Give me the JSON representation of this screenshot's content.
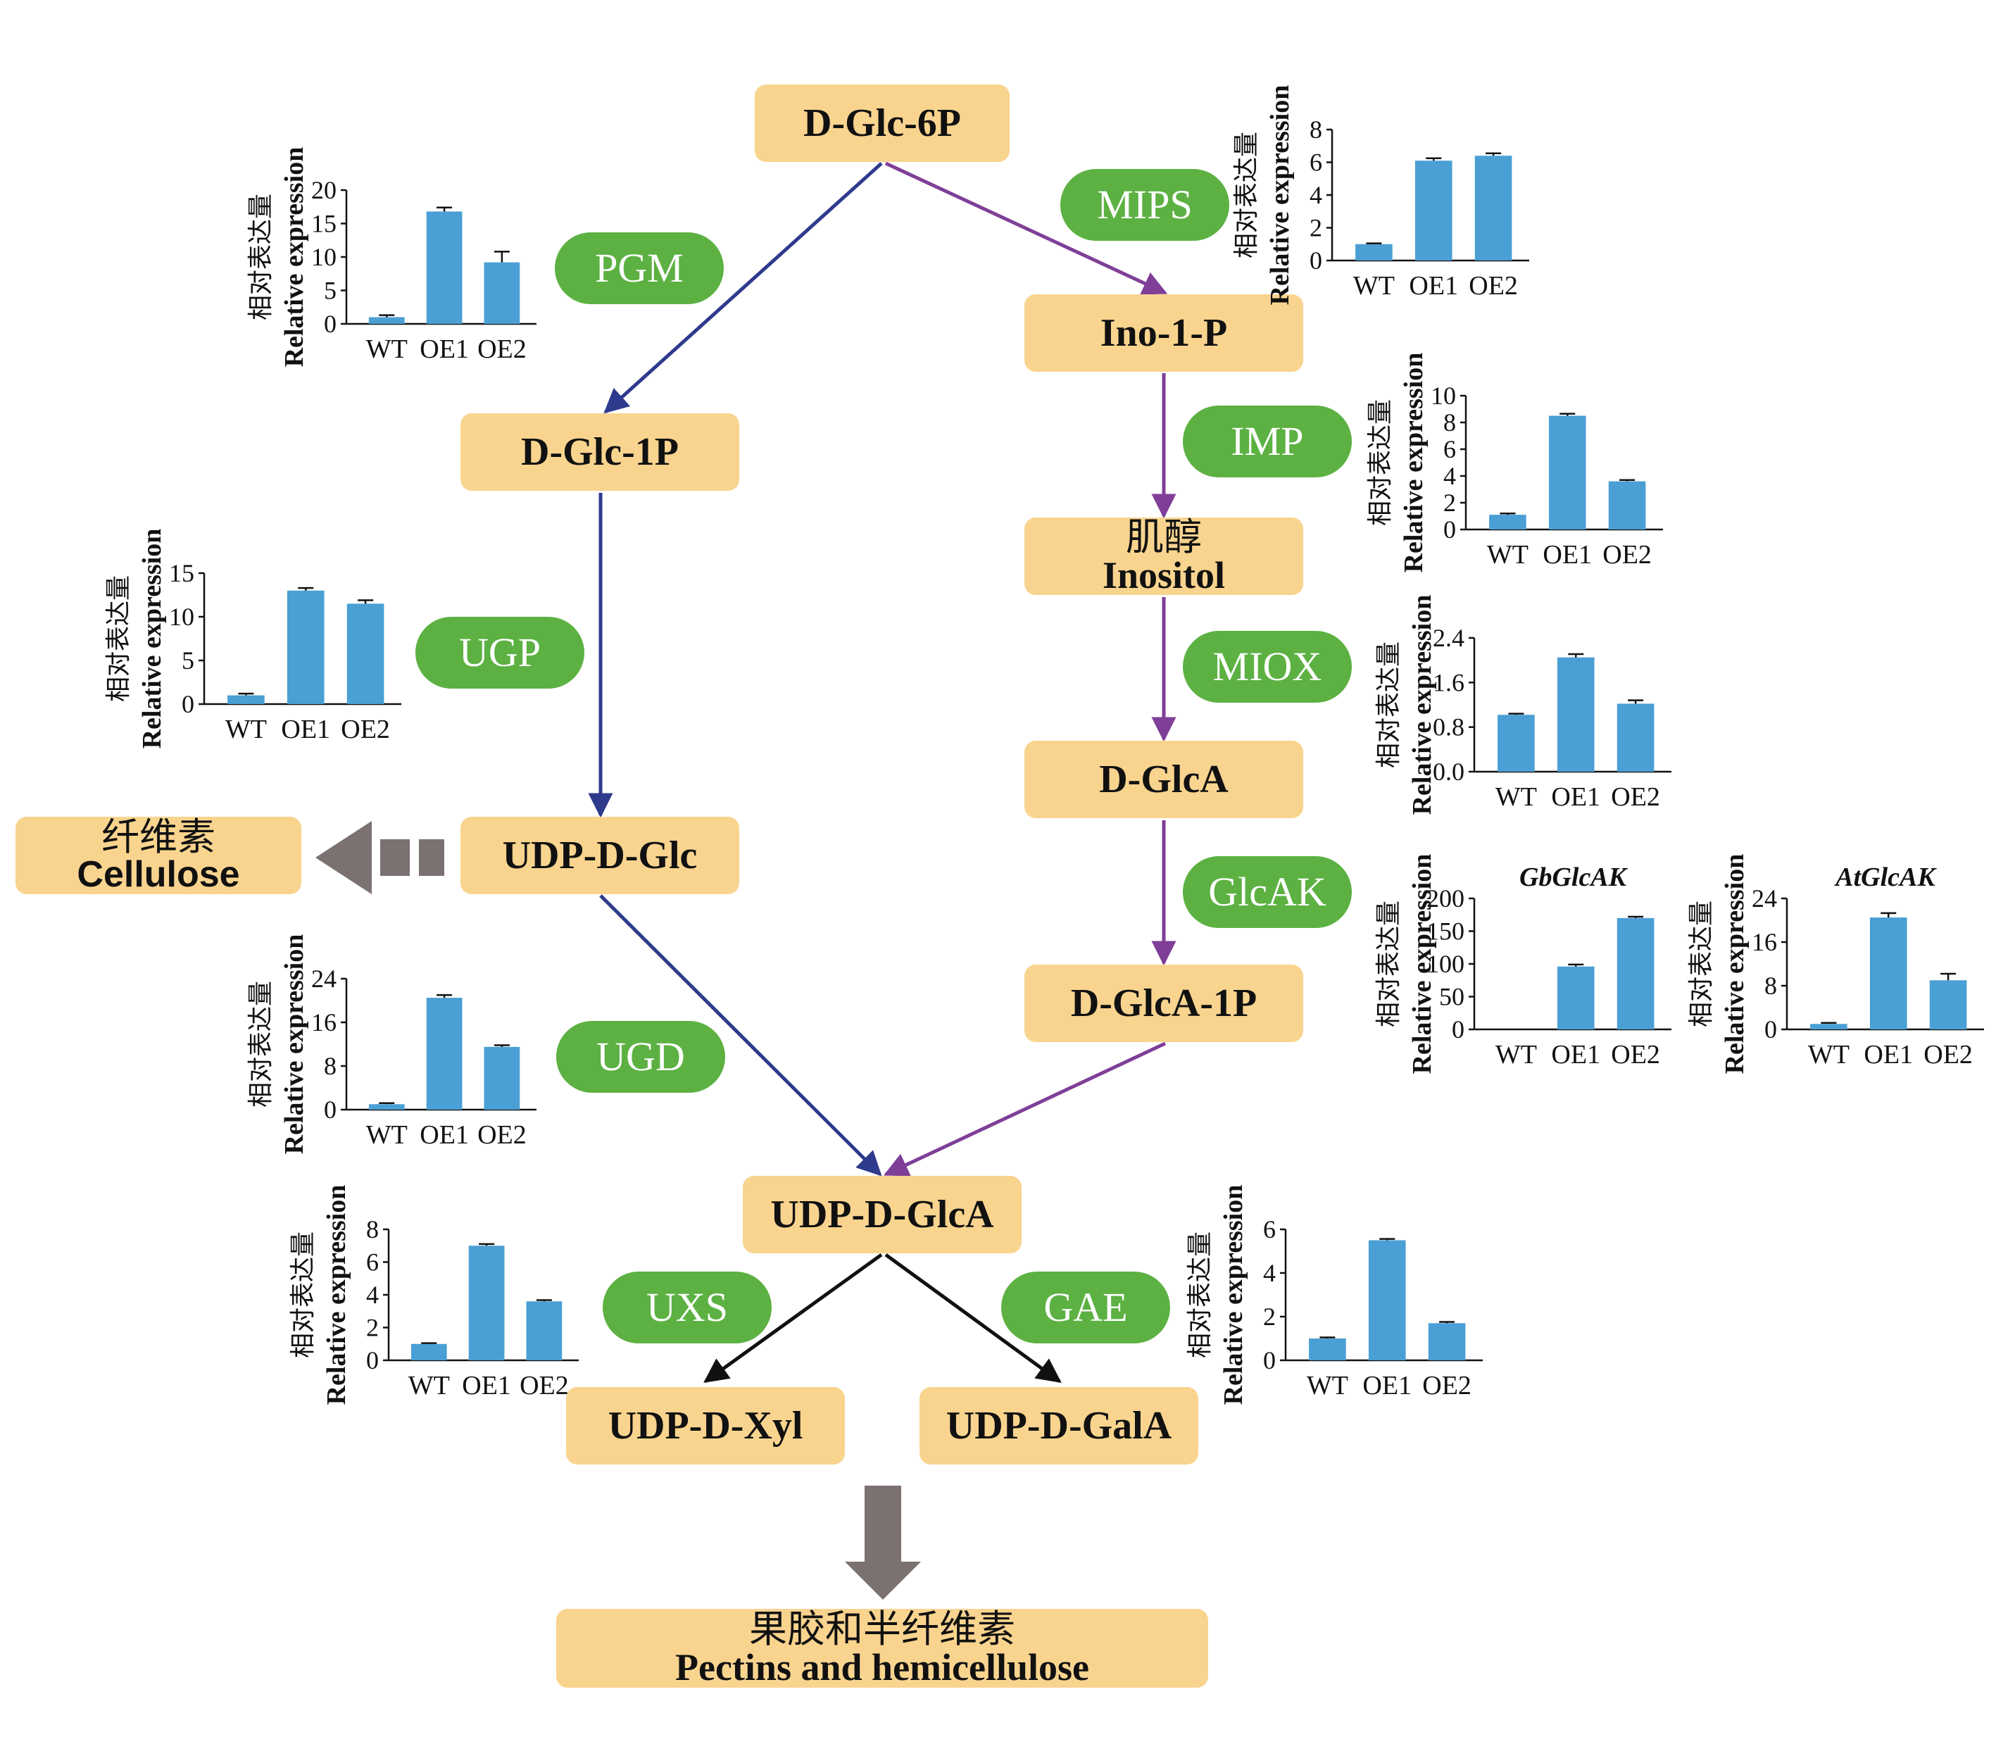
{
  "colors": {
    "node_fill": "#f9d48f",
    "enzyme_fill": "#5cb142",
    "left_arrow": "#2e3a8c",
    "right_arrow": "#7f3f98",
    "bottom_arrow": "#111111",
    "flow_arrow": "#7a7170",
    "bar": "#4a9fd4"
  },
  "nodes": {
    "d_glc_6p": "D-Glc-6P",
    "ino_1_p": "Ino-1-P",
    "d_glc_1p": "D-Glc-1P",
    "inositol_zh": "肌醇",
    "inositol_en": "Inositol",
    "d_glca": "D-GlcA",
    "udp_d_glc": "UDP-D-Glc",
    "cellulose_zh": "纤维素",
    "cellulose_en": "Cellulose",
    "d_glca_1p": "D-GlcA-1P",
    "udp_d_glca": "UDP-D-GlcA",
    "udp_d_xyl": "UDP-D-Xyl",
    "udp_d_gala": "UDP-D-GalA",
    "pectins_zh": "果胶和半纤维素",
    "pectins_en": "Pectins and hemicellulose"
  },
  "enzymes": {
    "pgm": "PGM",
    "mips": "MIPS",
    "imp": "IMP",
    "ugp": "UGP",
    "miox": "MIOX",
    "glcak": "GlcAK",
    "ugd": "UGD",
    "uxs": "UXS",
    "gae": "GAE"
  },
  "axis_label": {
    "zh": "相对表达量",
    "en": "Relative expression"
  },
  "chart_data": [
    {
      "id": "pgm",
      "type": "bar",
      "title": "",
      "ylabel": "相对表达量 Relative expression",
      "categories": [
        "WT",
        "OE1",
        "OE2"
      ],
      "values": [
        1.0,
        16.8,
        9.2
      ],
      "errors": [
        0.3,
        0.6,
        1.6
      ],
      "ylim": [
        0,
        20
      ],
      "yticks": [
        "0",
        "5",
        "10",
        "15",
        "20"
      ]
    },
    {
      "id": "mips",
      "type": "bar",
      "title": "",
      "ylabel": "相对表达量 Relative expression",
      "categories": [
        "WT",
        "OE1",
        "OE2"
      ],
      "values": [
        1.0,
        6.1,
        6.4
      ],
      "errors": [
        0.05,
        0.15,
        0.15
      ],
      "ylim": [
        0,
        8
      ],
      "yticks": [
        "0",
        "2",
        "4",
        "6",
        "8"
      ]
    },
    {
      "id": "imp",
      "type": "bar",
      "title": "",
      "ylabel": "相对表达量 Relative expression",
      "categories": [
        "WT",
        "OE1",
        "OE2"
      ],
      "values": [
        1.1,
        8.5,
        3.6
      ],
      "errors": [
        0.1,
        0.15,
        0.1
      ],
      "ylim": [
        0,
        10
      ],
      "yticks": [
        "0",
        "2",
        "4",
        "6",
        "8",
        "10"
      ]
    },
    {
      "id": "ugp",
      "type": "bar",
      "title": "",
      "ylabel": "相对表达量 Relative expression",
      "categories": [
        "WT",
        "OE1",
        "OE2"
      ],
      "values": [
        1.0,
        13.0,
        11.5
      ],
      "errors": [
        0.2,
        0.3,
        0.4
      ],
      "ylim": [
        0,
        15
      ],
      "yticks": [
        "0",
        "5",
        "10",
        "15"
      ]
    },
    {
      "id": "miox",
      "type": "bar",
      "title": "",
      "ylabel": "相对表达量 Relative expression",
      "categories": [
        "WT",
        "OE1",
        "OE2"
      ],
      "values": [
        1.02,
        2.05,
        1.22
      ],
      "errors": [
        0.02,
        0.06,
        0.06
      ],
      "ylim": [
        0,
        2.4
      ],
      "yticks": [
        "0.0",
        "0.8",
        "1.6",
        "2.4"
      ]
    },
    {
      "id": "gbglcak",
      "type": "bar",
      "title": "GbGlcAK",
      "ylabel": "相对表达量 Relative expression",
      "categories": [
        "WT",
        "OE1",
        "OE2"
      ],
      "values": [
        0,
        96,
        170
      ],
      "errors": [
        0,
        3,
        2
      ],
      "ylim": [
        0,
        200
      ],
      "yticks": [
        "0",
        "50",
        "100",
        "150",
        "200"
      ]
    },
    {
      "id": "atglcak",
      "type": "bar",
      "title": "AtGlcAK",
      "ylabel": "相对表达量 Relative expression",
      "categories": [
        "WT",
        "OE1",
        "OE2"
      ],
      "values": [
        1.0,
        20.5,
        9.0
      ],
      "errors": [
        0.2,
        0.8,
        1.2
      ],
      "ylim": [
        0,
        24
      ],
      "yticks": [
        "0",
        "8",
        "16",
        "24"
      ]
    },
    {
      "id": "ugd",
      "type": "bar",
      "title": "",
      "ylabel": "相对表达量 Relative expression",
      "categories": [
        "WT",
        "OE1",
        "OE2"
      ],
      "values": [
        1.0,
        20.5,
        11.5
      ],
      "errors": [
        0.2,
        0.5,
        0.3
      ],
      "ylim": [
        0,
        24
      ],
      "yticks": [
        "0",
        "8",
        "16",
        "24"
      ]
    },
    {
      "id": "uxs",
      "type": "bar",
      "title": "",
      "ylabel": "相对表达量 Relative expression",
      "categories": [
        "WT",
        "OE1",
        "OE2"
      ],
      "values": [
        1.0,
        7.0,
        3.6
      ],
      "errors": [
        0.05,
        0.1,
        0.08
      ],
      "ylim": [
        0,
        8
      ],
      "yticks": [
        "0",
        "2",
        "4",
        "6",
        "8"
      ]
    },
    {
      "id": "gae",
      "type": "bar",
      "title": "",
      "ylabel": "相对表达量 Relative expression",
      "categories": [
        "WT",
        "OE1",
        "OE2"
      ],
      "values": [
        1.0,
        5.5,
        1.7
      ],
      "errors": [
        0.05,
        0.06,
        0.06
      ],
      "ylim": [
        0,
        6
      ],
      "yticks": [
        "0",
        "2",
        "4",
        "6"
      ]
    }
  ]
}
